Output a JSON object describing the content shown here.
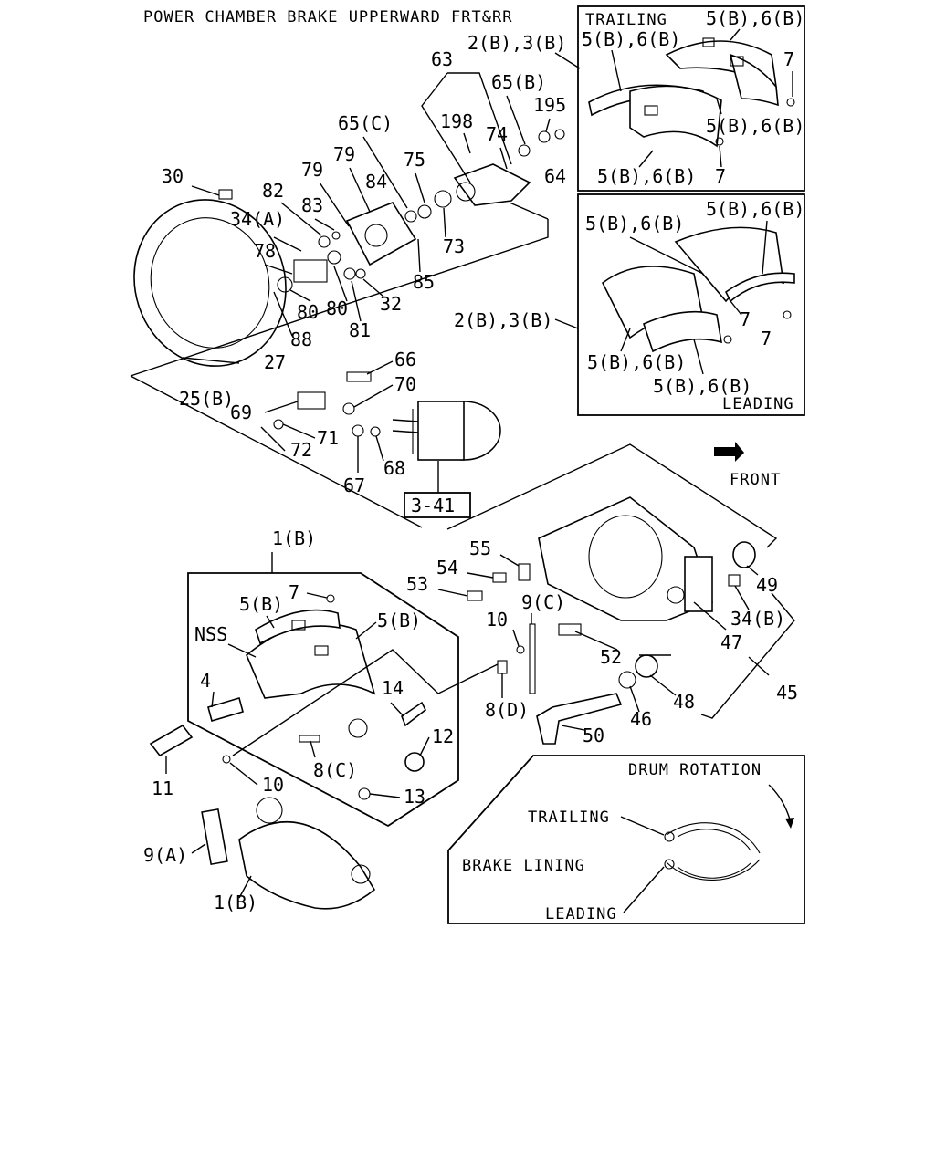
{
  "title": "POWER CHAMBER BRAKE UPPERWARD FRT&RR",
  "front_label": "FRONT",
  "ref_box": "3-41",
  "inset_trailing": {
    "caption": "TRAILING",
    "labels": [
      "5(B),6(B)",
      "5(B),6(B)",
      "7",
      "5(B),6(B)",
      "5(B),6(B)",
      "7"
    ]
  },
  "inset_leading": {
    "caption": "LEADING",
    "labels": [
      "5(B),6(B)",
      "5(B),6(B)",
      "7",
      "7",
      "5(B),6(B)",
      "5(B),6(B)"
    ]
  },
  "inset_rotation": {
    "drum_rotation": "DRUM ROTATION",
    "trailing": "TRAILING",
    "brake_lining": "BRAKE LINING",
    "leading": "LEADING"
  },
  "callouts": {
    "upper": [
      "2(B),3(B)",
      "63",
      "65(B)",
      "195",
      "198",
      "74",
      "64",
      "65(C)",
      "79",
      "79",
      "75",
      "84",
      "73",
      "85",
      "30",
      "82",
      "83",
      "34(A)",
      "78",
      "80",
      "80",
      "32",
      "81",
      "88",
      "27",
      "25(B)",
      "2(B),3(B)",
      "66",
      "70",
      "69",
      "71",
      "72",
      "67",
      "68"
    ],
    "shoe": [
      "1(B)",
      "7",
      "5(B)",
      "5(B)",
      "NSS",
      "4",
      "14",
      "12",
      "8(C)",
      "13",
      "11",
      "10",
      "9(A)",
      "1(B)"
    ],
    "spider": [
      "55",
      "54",
      "53",
      "9(C)",
      "10",
      "8(D)",
      "52",
      "47",
      "49",
      "34(B)",
      "48",
      "46",
      "50",
      "45"
    ]
  }
}
